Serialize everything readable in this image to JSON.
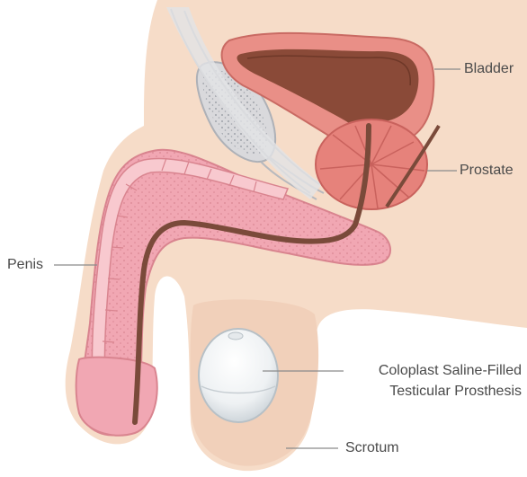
{
  "labels": {
    "bladder": "Bladder",
    "prostate": "Prostate",
    "penis": "Penis",
    "prosthesis_line1": "Coloplast Saline-Filled",
    "prosthesis_line2": "Testicular Prosthesis",
    "scrotum": "Scrotum"
  },
  "colors": {
    "skin": "#f6dcc8",
    "skin_dark": "#eccab2",
    "tissue_pink": "#f1a7b3",
    "tissue_pink_dark": "#d9848f",
    "bladder_wall": "#e98f87",
    "bladder_lumen": "#8a4a38",
    "urethra": "#7a4a3a",
    "bone": "#d9d9dc",
    "prosthesis": "#eef1f3",
    "leader": "#8a8a8a",
    "text": "#4a4a4a"
  }
}
